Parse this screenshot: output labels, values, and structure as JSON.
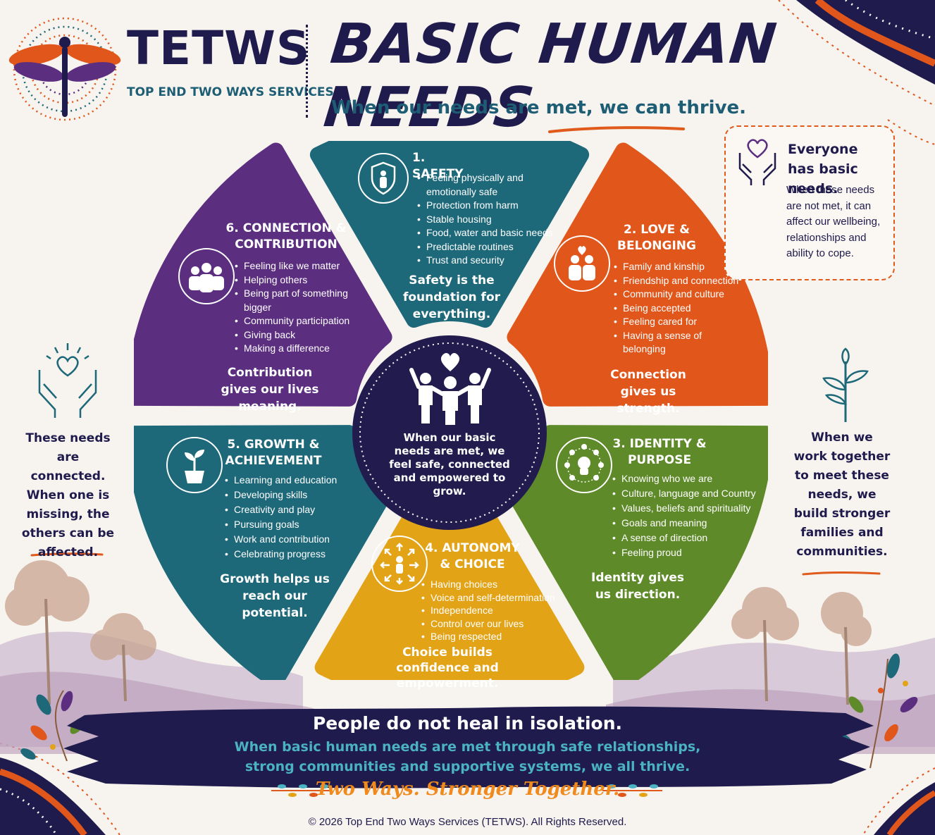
{
  "colors": {
    "navy": "#1f1b4d",
    "safety": "#1d6879",
    "love": "#e0561b",
    "identity": "#5f8a2a",
    "autonomy": "#e3a317",
    "growth": "#1d6879",
    "connection": "#5b2e80",
    "center": "#221c4e",
    "accent_orange": "#e05a1c",
    "teal_text": "#1d5e75"
  },
  "logo": {
    "title": "TETWS",
    "subtitle": "TOP END TWO WAYS SERVICES",
    "icon": "dragonfly-icon"
  },
  "header": {
    "title": "BASIC HUMAN NEEDS",
    "tagline": "When our needs are met, we can thrive."
  },
  "segments": {
    "safety": {
      "title": "1. SAFETY",
      "icon": "shield-person-icon",
      "items": [
        "Feeling physically and emotionally safe",
        "Protection from harm",
        "Stable housing",
        "Food, water and basic needs",
        "Predictable routines",
        "Trust and security"
      ],
      "footer": "Safety is the foundation for everything."
    },
    "love": {
      "title": "2. LOVE & BELONGING",
      "icon": "people-heart-icon",
      "items": [
        "Family and kinship",
        "Friendship and connection",
        "Community and culture",
        "Being accepted",
        "Feeling cared for",
        "Having a sense of belonging"
      ],
      "footer": "Connection gives us strength."
    },
    "identity": {
      "title": "3. IDENTITY & PURPOSE",
      "icon": "head-network-icon",
      "items": [
        "Knowing who we are",
        "Culture, language and Country",
        "Values, beliefs and spirituality",
        "Goals and meaning",
        "A sense of direction",
        "Feeling proud"
      ],
      "footer": "Identity gives us direction."
    },
    "autonomy": {
      "title": "4. AUTONOMY & CHOICE",
      "icon": "person-arrows-icon",
      "items": [
        "Having choices",
        "Voice and self-determination",
        "Independence",
        "Control over our lives",
        "Being respected"
      ],
      "footer": "Choice builds confidence and empowerment."
    },
    "growth": {
      "title": "5. GROWTH & ACHIEVEMENT",
      "icon": "potted-plant-icon",
      "items": [
        "Learning and education",
        "Developing skills",
        "Creativity and play",
        "Pursuing goals",
        "Work and contribution",
        "Celebrating progress"
      ],
      "footer": "Growth helps us reach our potential."
    },
    "connection": {
      "title": "6. CONNECTION & CONTRIBUTION",
      "icon": "group-icon",
      "items": [
        "Feeling like we matter",
        "Helping others",
        "Being part of something bigger",
        "Community participation",
        "Giving back",
        "Making a difference"
      ],
      "footer": "Contribution gives our lives meaning."
    }
  },
  "center": {
    "text": "When our basic needs are met, we feel safe, connected and empowered to grow.",
    "icon": "people-heart-icon"
  },
  "info_box": {
    "title": "Everyone has basic needs.",
    "text": "When these needs are not met, it can affect our wellbeing, relationships and ability to cope.",
    "icon": "hands-heart-icon"
  },
  "left_note": {
    "text": "These needs are connected. When one is missing, the others can be affected.",
    "icon": "hands-heart-icon"
  },
  "right_note": {
    "text": "When we work together to meet these needs, we build stronger families and communities.",
    "icon": "sprout-icon"
  },
  "banner": {
    "title": "People do not heal in isolation.",
    "text_line1": "When basic human needs are met through safe relationships,",
    "text_line2": "strong communities and supportive systems, we all thrive.",
    "motto": "Two Ways. Stronger Together."
  },
  "footer": {
    "copyright": "© 2026 Top End Two Ways Services (TETWS). All Rights Reserved."
  }
}
